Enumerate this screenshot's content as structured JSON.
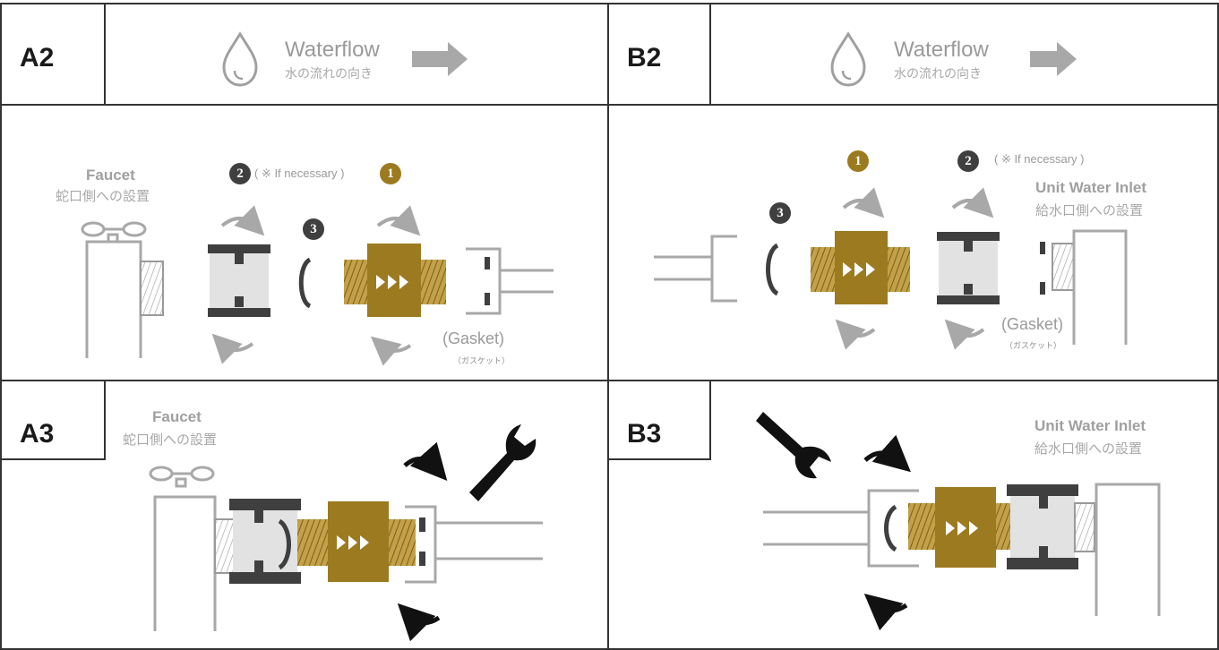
{
  "colors": {
    "gold": "#9c7a1f",
    "dark": "#3f3f3f",
    "line": "#a8a8a8",
    "black": "#111111",
    "border": "#333333"
  },
  "panels": {
    "a2": {
      "step": "A2",
      "flow_en": "Waterflow",
      "flow_ja": "水の流れの向き",
      "faucet_title": "Faucet",
      "faucet_sub": "蛇口側への設置",
      "num2": "2",
      "note": "( ※ If necessary )",
      "num1": "1",
      "num3": "3",
      "gasket": "(Gasket)",
      "gasket_ja": "（ガスケット）",
      "icons": [
        "water-drop-icon",
        "arrow-right-icon",
        "rotate-arrow-icon"
      ]
    },
    "b2": {
      "step": "B2",
      "flow_en": "Waterflow",
      "flow_ja": "水の流れの向き",
      "num1": "1",
      "num2": "2",
      "note": "( ※ If necessary )",
      "num3": "3",
      "inlet_title": "Unit Water Inlet",
      "inlet_sub": "給水口側への設置",
      "gasket": "(Gasket)",
      "gasket_ja": "（ガスケット）",
      "icons": [
        "water-drop-icon",
        "arrow-right-icon",
        "rotate-arrow-icon"
      ]
    },
    "a3": {
      "step": "A3",
      "faucet_title": "Faucet",
      "faucet_sub": "蛇口側への設置",
      "icons": [
        "wrench-icon",
        "rotate-arrow-icon"
      ]
    },
    "b3": {
      "step": "B3",
      "inlet_title": "Unit Water Inlet",
      "inlet_sub": "給水口側への設置",
      "icons": [
        "wrench-icon",
        "rotate-arrow-icon"
      ]
    }
  }
}
